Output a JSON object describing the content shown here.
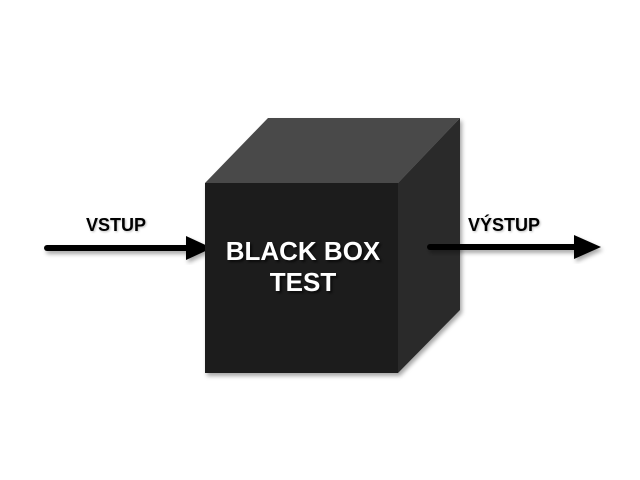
{
  "diagram": {
    "input_label": "VSTUP",
    "output_label": "VÝSTUP",
    "box_title_line1": "BLACK BOX",
    "box_title_line2": "TEST"
  },
  "colors": {
    "background": "#ffffff",
    "cube_front": "#1e1e1e",
    "cube_top": "#4a4a4a",
    "cube_side": "#2c2c2c",
    "arrow": "#000000",
    "title_text": "#ffffff",
    "io_text": "#000000"
  }
}
